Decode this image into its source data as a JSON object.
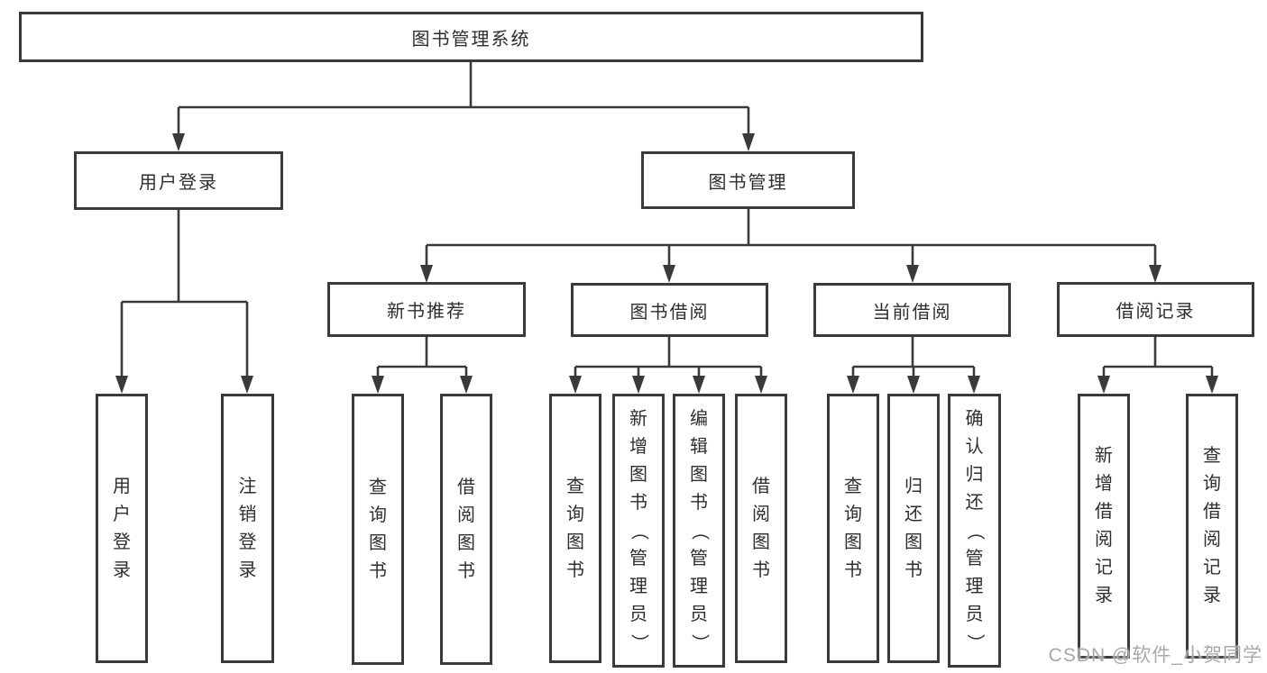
{
  "diagram": {
    "title": "图书管理系统",
    "branches": [
      {
        "label": "用户登录",
        "children": [
          "用户登录",
          "注销登录"
        ]
      },
      {
        "label": "图书管理",
        "sections": [
          {
            "label": "新书推荐",
            "children": [
              "查询图书",
              "借阅图书"
            ]
          },
          {
            "label": "图书借阅",
            "children": [
              "查询图书",
              "新增图书（管理员）",
              "编辑图书（管理员）",
              "借阅图书"
            ]
          },
          {
            "label": "当前借阅",
            "children": [
              "查询图书",
              "归还图书",
              "确认归还（管理员）"
            ]
          },
          {
            "label": "借阅记录",
            "children": [
              "新增借阅记录",
              "查询借阅记录"
            ]
          }
        ]
      }
    ]
  },
  "watermark": "CSDN @软件_小贺同学",
  "colors": {
    "line": "#3a3a3a",
    "text": "#2e2e2e",
    "watermark_text": "#a8a8a8",
    "background": "#ffffff"
  }
}
